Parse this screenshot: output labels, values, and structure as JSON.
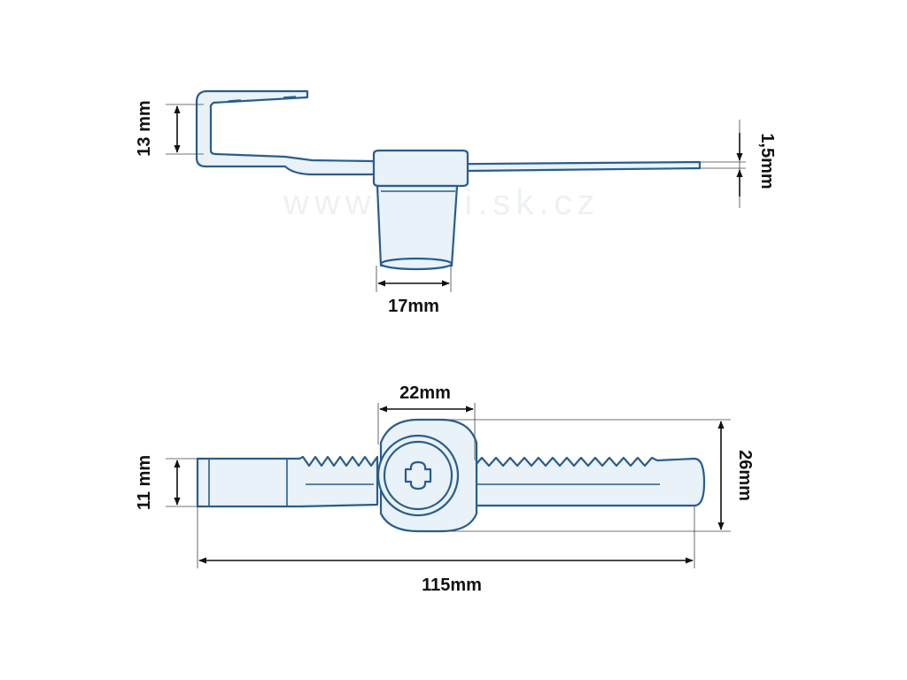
{
  "watermark": "www.dedi.sk.cz",
  "colors": {
    "outline": "#2a5d8c",
    "fill": "#e8f2f8",
    "dimension": "#111111"
  },
  "top_view": {
    "dims": {
      "hook_height": "13 mm",
      "thickness": "1,5mm",
      "cylinder_width": "17mm"
    }
  },
  "bottom_view": {
    "dims": {
      "bar_height": "11 mm",
      "lock_width": "22mm",
      "lock_height": "26mm",
      "total_length": "115mm"
    }
  }
}
